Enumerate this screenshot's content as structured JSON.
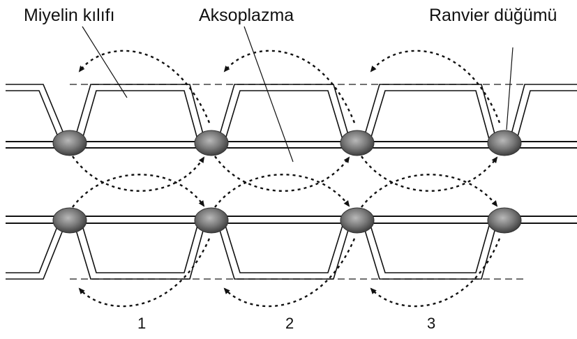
{
  "labels": {
    "myelin_sheath": "Miyelin kılıfı",
    "axoplasm": "Aksoplazma",
    "node_of_ranvier": "Ranvier düğümü"
  },
  "segment_numbers": [
    "1",
    "2",
    "3"
  ],
  "colors": {
    "line": "#111111",
    "node": "#6b6b6b",
    "background": "#ffffff"
  }
}
